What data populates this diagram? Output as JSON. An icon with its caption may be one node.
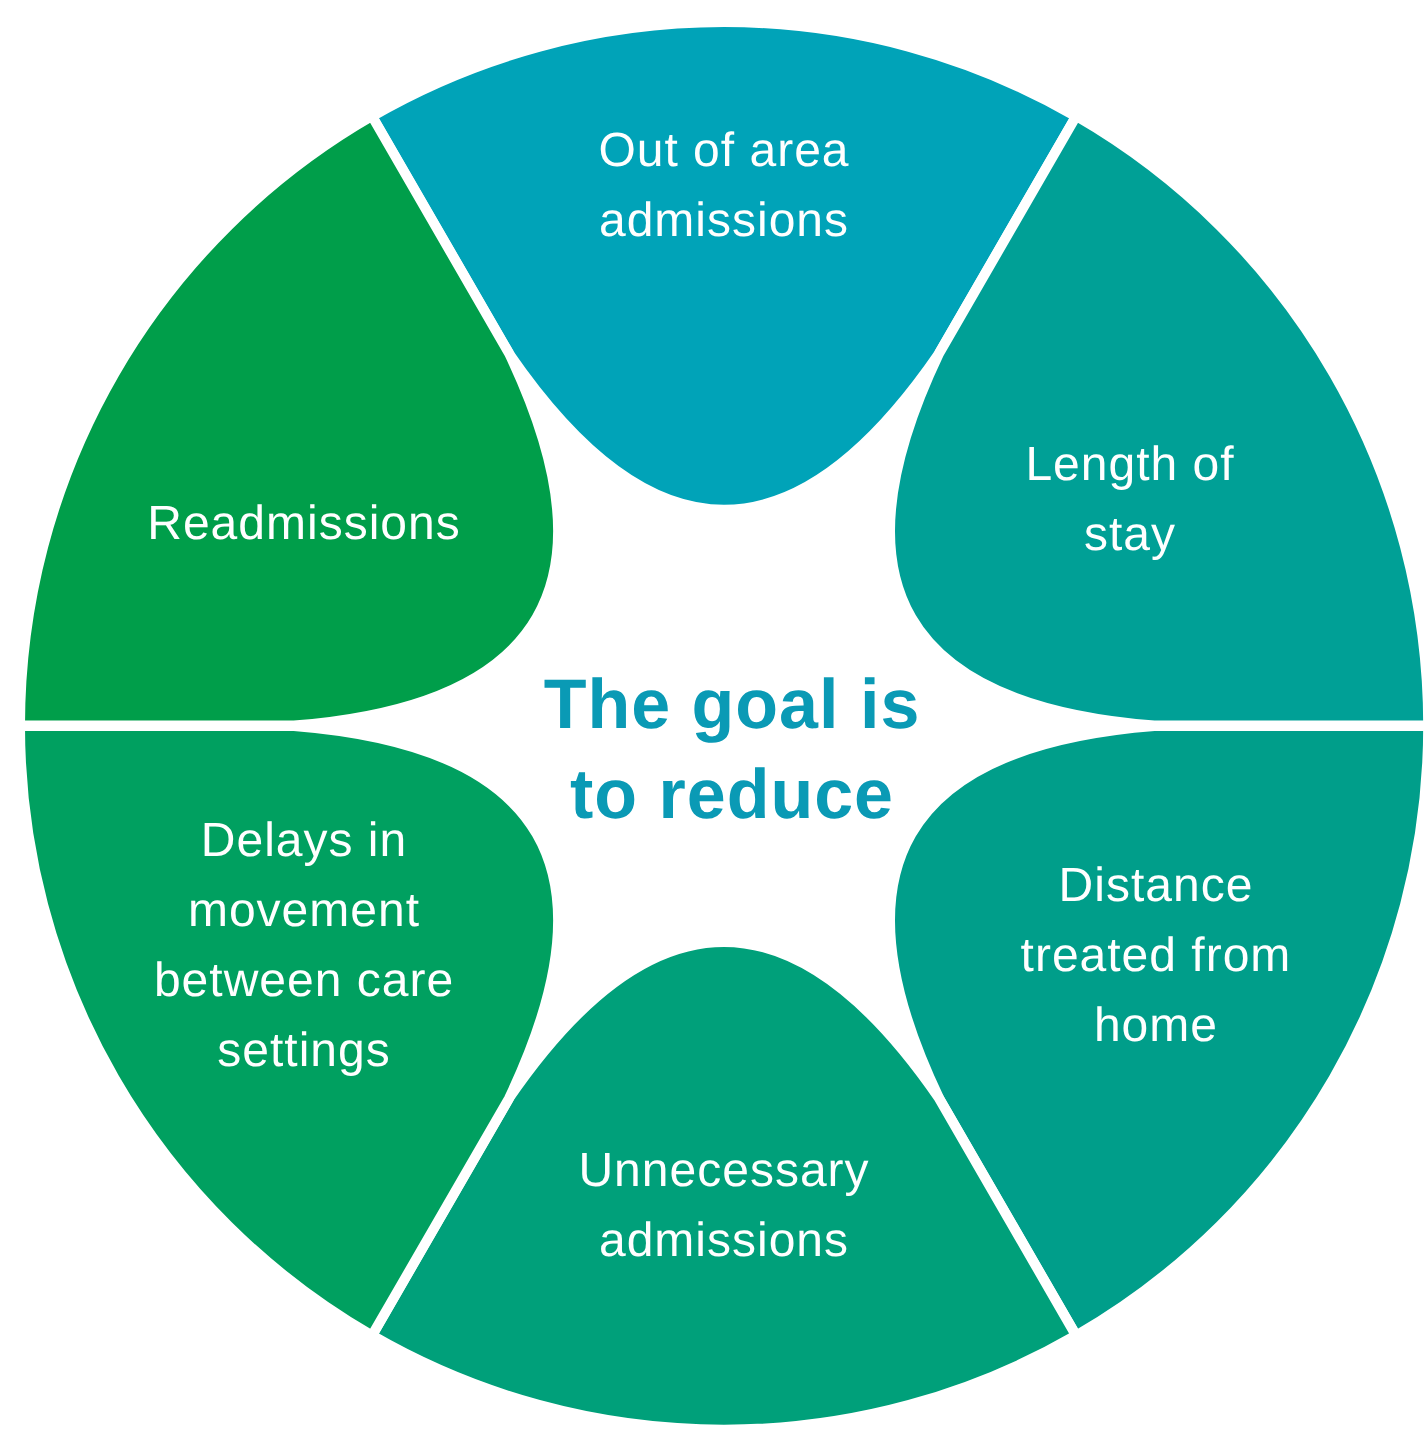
{
  "diagram": {
    "nodes": [
      {
        "text": [
          "Out of area admissions"
        ]
      },
      {
        "text": [
          "Length of stay"
        ]
      },
      {
        "text": [
          "Distance treated from home"
        ]
      },
      {
        "text": [
          "Unnecessary admissions"
        ]
      },
      {
        "text": [
          "Delays in movement between care settings"
        ]
      },
      {
        "text": [
          "Readmissions"
        ]
      },
      {
        "text": [
          "The goal is to reduce"
        ]
      }
    ],
    "edges": []
  }
}
